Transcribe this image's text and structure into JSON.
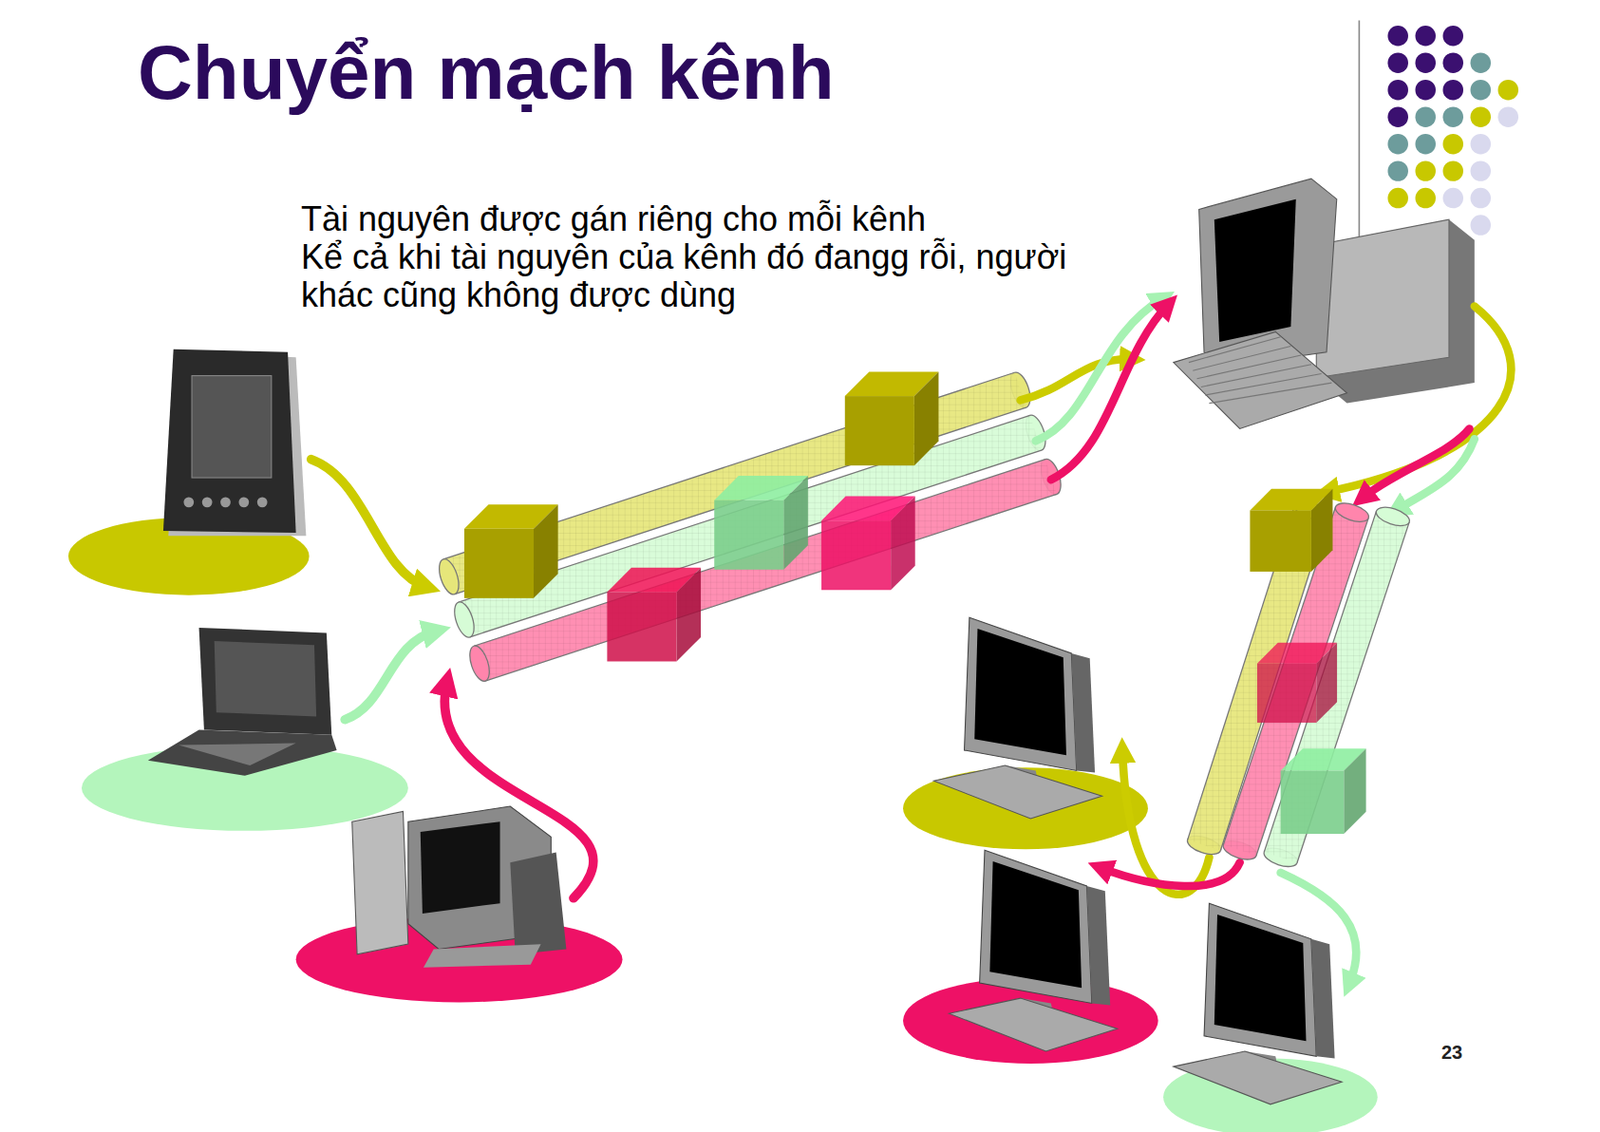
{
  "diagram": {
    "title": "Chuyển mạch kênh",
    "labels": [
      "Tài nguyên được gán riêng cho mỗi kênh",
      "Kể cả khi tài nguyên của kênh đó đangg rỗi, người khác cũng không được dùng",
      "23"
    ]
  }
}
